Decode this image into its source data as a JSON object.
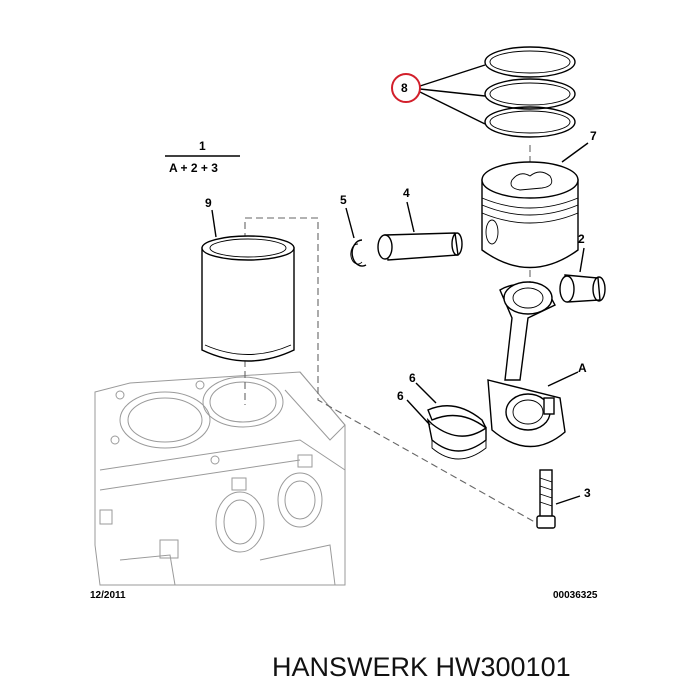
{
  "diagram": {
    "callouts": {
      "one": "1",
      "one_formula": "A + 2 + 3",
      "two": "2",
      "three": "3",
      "four": "4",
      "five": "5",
      "six_top": "6",
      "six_bottom": "6",
      "seven": "7",
      "eight": "8",
      "nine": "9",
      "a": "A"
    },
    "footer_date": "12/2011",
    "footer_ref": "00036325",
    "highlight_color": "#d21f2b"
  },
  "caption": "HANSWERK HW300101"
}
